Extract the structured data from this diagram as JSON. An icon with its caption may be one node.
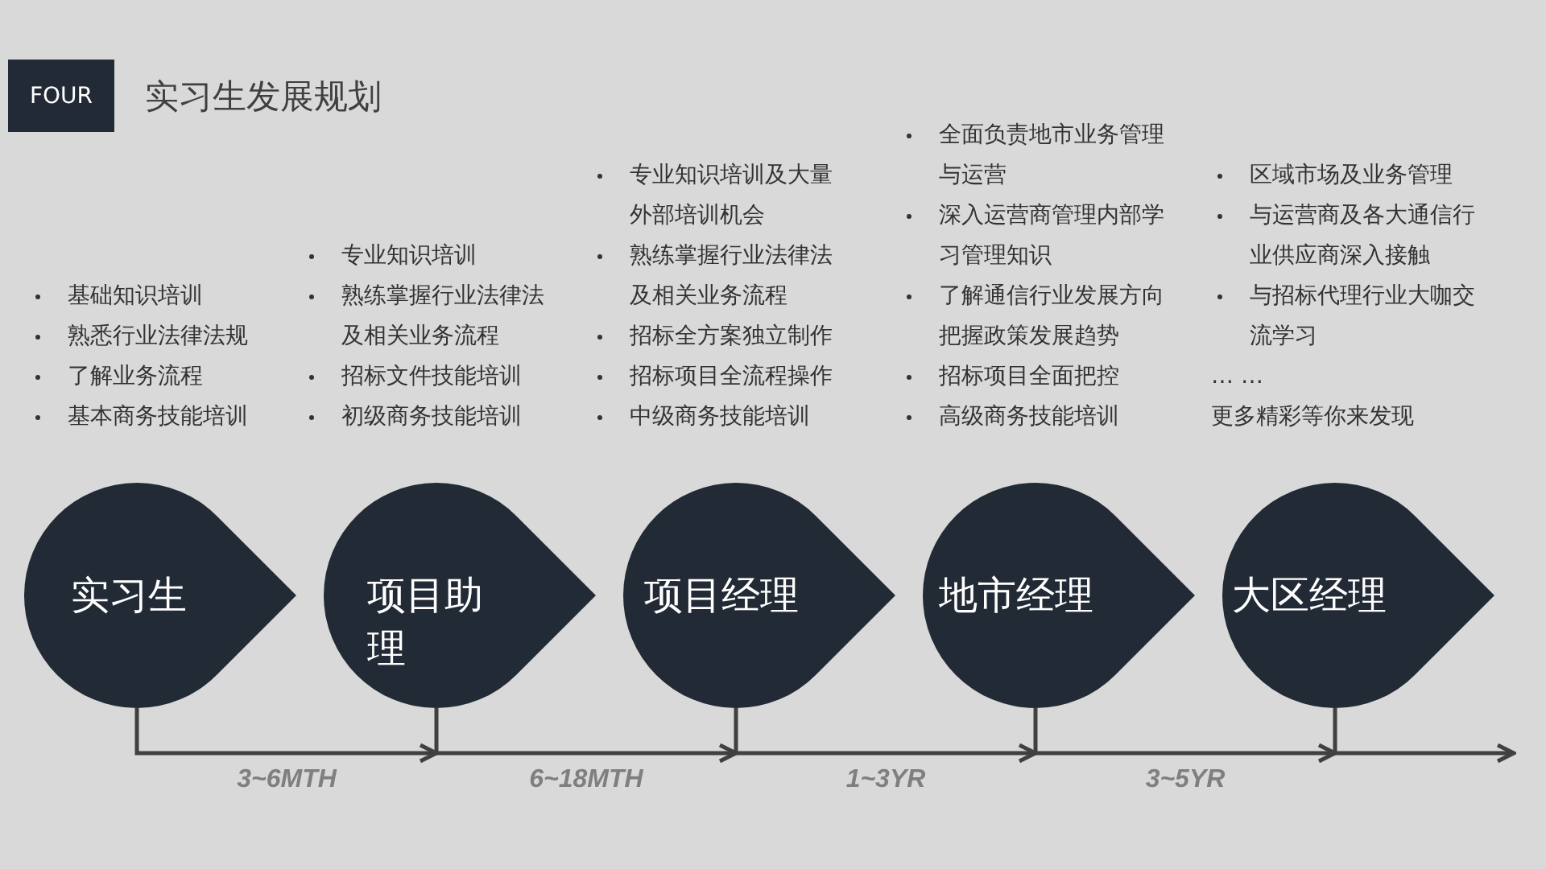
{
  "diagram": {
    "title": "实习生发展规划",
    "nodes": [
      {
        "text": [
          "FOUR"
        ]
      },
      {
        "text": [
          "实习生"
        ],
        "beside": [
          "基础知识培训",
          "熟悉行业法律法规",
          "了解业务流程",
          "基本商务技能培训"
        ]
      },
      {
        "text": [
          "项目助理"
        ],
        "beside": [
          "专业知识培训",
          "熟练掌握行业法律法及相关业务流程",
          "招标文件技能培训",
          "初级商务技能培训"
        ]
      },
      {
        "text": [
          "项目经理"
        ],
        "beside": [
          "专业知识培训及大量外部培训机会",
          "熟练掌握行业法律法及相关业务流程",
          "招标全方案独立制作",
          "招标项目全流程操作",
          "中级商务技能培训"
        ]
      },
      {
        "text": [
          "地市经理"
        ],
        "beside": [
          "全面负责地市业务管理与运营",
          "深入运营商管理内部学习管理知识",
          "了解通信行业发展方向把握政策发展趋势",
          "招标项目全面把控",
          "高级商务技能培训"
        ]
      },
      {
        "text": [
          "大区经理"
        ],
        "beside": [
          "区域市场及业务管理",
          "与运营商及各大通信行业供应商深入接触",
          "与招标代理行业大咖交流学习"
        ]
      }
    ],
    "edges": [
      {
        "from": 1,
        "to": 2,
        "arrow": "to",
        "label": "3~6MTH"
      },
      {
        "from": 2,
        "to": 3,
        "arrow": "to",
        "label": "6~18MTH"
      },
      {
        "from": 3,
        "to": 4,
        "arrow": "to",
        "label": "1~3YR"
      },
      {
        "from": 4,
        "to": 5,
        "arrow": "to",
        "label": "3~5YR"
      },
      {
        "from": 5,
        "to": null,
        "arrow": "to"
      }
    ],
    "labels": [
      "… …",
      "更多精彩等你来发现"
    ]
  }
}
